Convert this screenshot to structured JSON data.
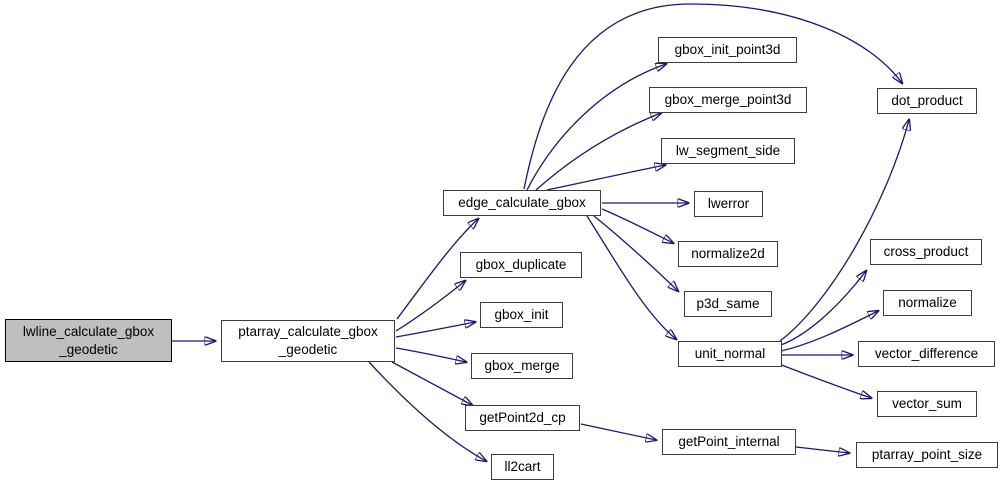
{
  "diagram": {
    "type": "call-graph",
    "colors": {
      "edge": "#191970",
      "node_fill": "#ffffff",
      "node_border": "#3c3c3c",
      "highlight_fill": "#bfbfbf",
      "highlight_border": "#000000",
      "text": "#000000",
      "background": "#ffffff"
    },
    "nodes": [
      {
        "id": "lwline_calculate_gbox_geodetic",
        "label": "lwline_calculate_gbox_geodetic",
        "lines": [
          "lwline_calculate_gbox",
          "_geodetic"
        ],
        "highlighted": true
      },
      {
        "id": "ptarray_calculate_gbox_geodetic",
        "label": "ptarray_calculate_gbox_geodetic",
        "lines": [
          "ptarray_calculate_gbox",
          "_geodetic"
        ],
        "highlighted": false
      },
      {
        "id": "edge_calculate_gbox",
        "label": "edge_calculate_gbox",
        "lines": [
          "edge_calculate_gbox"
        ],
        "highlighted": false
      },
      {
        "id": "gbox_duplicate",
        "label": "gbox_duplicate",
        "lines": [
          "gbox_duplicate"
        ],
        "highlighted": false
      },
      {
        "id": "gbox_init",
        "label": "gbox_init",
        "lines": [
          "gbox_init"
        ],
        "highlighted": false
      },
      {
        "id": "gbox_merge",
        "label": "gbox_merge",
        "lines": [
          "gbox_merge"
        ],
        "highlighted": false
      },
      {
        "id": "getPoint2d_cp",
        "label": "getPoint2d_cp",
        "lines": [
          "getPoint2d_cp"
        ],
        "highlighted": false
      },
      {
        "id": "ll2cart",
        "label": "ll2cart",
        "lines": [
          "ll2cart"
        ],
        "highlighted": false
      },
      {
        "id": "gbox_init_point3d",
        "label": "gbox_init_point3d",
        "lines": [
          "gbox_init_point3d"
        ],
        "highlighted": false
      },
      {
        "id": "gbox_merge_point3d",
        "label": "gbox_merge_point3d",
        "lines": [
          "gbox_merge_point3d"
        ],
        "highlighted": false
      },
      {
        "id": "lw_segment_side",
        "label": "lw_segment_side",
        "lines": [
          "lw_segment_side"
        ],
        "highlighted": false
      },
      {
        "id": "lwerror",
        "label": "lwerror",
        "lines": [
          "lwerror"
        ],
        "highlighted": false
      },
      {
        "id": "normalize2d",
        "label": "normalize2d",
        "lines": [
          "normalize2d"
        ],
        "highlighted": false
      },
      {
        "id": "p3d_same",
        "label": "p3d_same",
        "lines": [
          "p3d_same"
        ],
        "highlighted": false
      },
      {
        "id": "unit_normal",
        "label": "unit_normal",
        "lines": [
          "unit_normal"
        ],
        "highlighted": false
      },
      {
        "id": "getPoint_internal",
        "label": "getPoint_internal",
        "lines": [
          "getPoint_internal"
        ],
        "highlighted": false
      },
      {
        "id": "dot_product",
        "label": "dot_product",
        "lines": [
          "dot_product"
        ],
        "highlighted": false
      },
      {
        "id": "cross_product",
        "label": "cross_product",
        "lines": [
          "cross_product"
        ],
        "highlighted": false
      },
      {
        "id": "normalize",
        "label": "normalize",
        "lines": [
          "normalize"
        ],
        "highlighted": false
      },
      {
        "id": "vector_difference",
        "label": "vector_difference",
        "lines": [
          "vector_difference"
        ],
        "highlighted": false
      },
      {
        "id": "vector_sum",
        "label": "vector_sum",
        "lines": [
          "vector_sum"
        ],
        "highlighted": false
      },
      {
        "id": "ptarray_point_size",
        "label": "ptarray_point_size",
        "lines": [
          "ptarray_point_size"
        ],
        "highlighted": false
      }
    ],
    "edges": [
      {
        "from": "lwline_calculate_gbox_geodetic",
        "to": "ptarray_calculate_gbox_geodetic"
      },
      {
        "from": "ptarray_calculate_gbox_geodetic",
        "to": "edge_calculate_gbox"
      },
      {
        "from": "ptarray_calculate_gbox_geodetic",
        "to": "gbox_duplicate"
      },
      {
        "from": "ptarray_calculate_gbox_geodetic",
        "to": "gbox_init"
      },
      {
        "from": "ptarray_calculate_gbox_geodetic",
        "to": "gbox_merge"
      },
      {
        "from": "ptarray_calculate_gbox_geodetic",
        "to": "getPoint2d_cp"
      },
      {
        "from": "ptarray_calculate_gbox_geodetic",
        "to": "ll2cart"
      },
      {
        "from": "edge_calculate_gbox",
        "to": "gbox_init_point3d"
      },
      {
        "from": "edge_calculate_gbox",
        "to": "gbox_merge_point3d"
      },
      {
        "from": "edge_calculate_gbox",
        "to": "lw_segment_side"
      },
      {
        "from": "edge_calculate_gbox",
        "to": "lwerror"
      },
      {
        "from": "edge_calculate_gbox",
        "to": "normalize2d"
      },
      {
        "from": "edge_calculate_gbox",
        "to": "p3d_same"
      },
      {
        "from": "edge_calculate_gbox",
        "to": "unit_normal"
      },
      {
        "from": "edge_calculate_gbox",
        "to": "dot_product"
      },
      {
        "from": "unit_normal",
        "to": "dot_product"
      },
      {
        "from": "unit_normal",
        "to": "cross_product"
      },
      {
        "from": "unit_normal",
        "to": "normalize"
      },
      {
        "from": "unit_normal",
        "to": "vector_difference"
      },
      {
        "from": "unit_normal",
        "to": "vector_sum"
      },
      {
        "from": "getPoint2d_cp",
        "to": "getPoint_internal"
      },
      {
        "from": "getPoint_internal",
        "to": "ptarray_point_size"
      }
    ]
  }
}
